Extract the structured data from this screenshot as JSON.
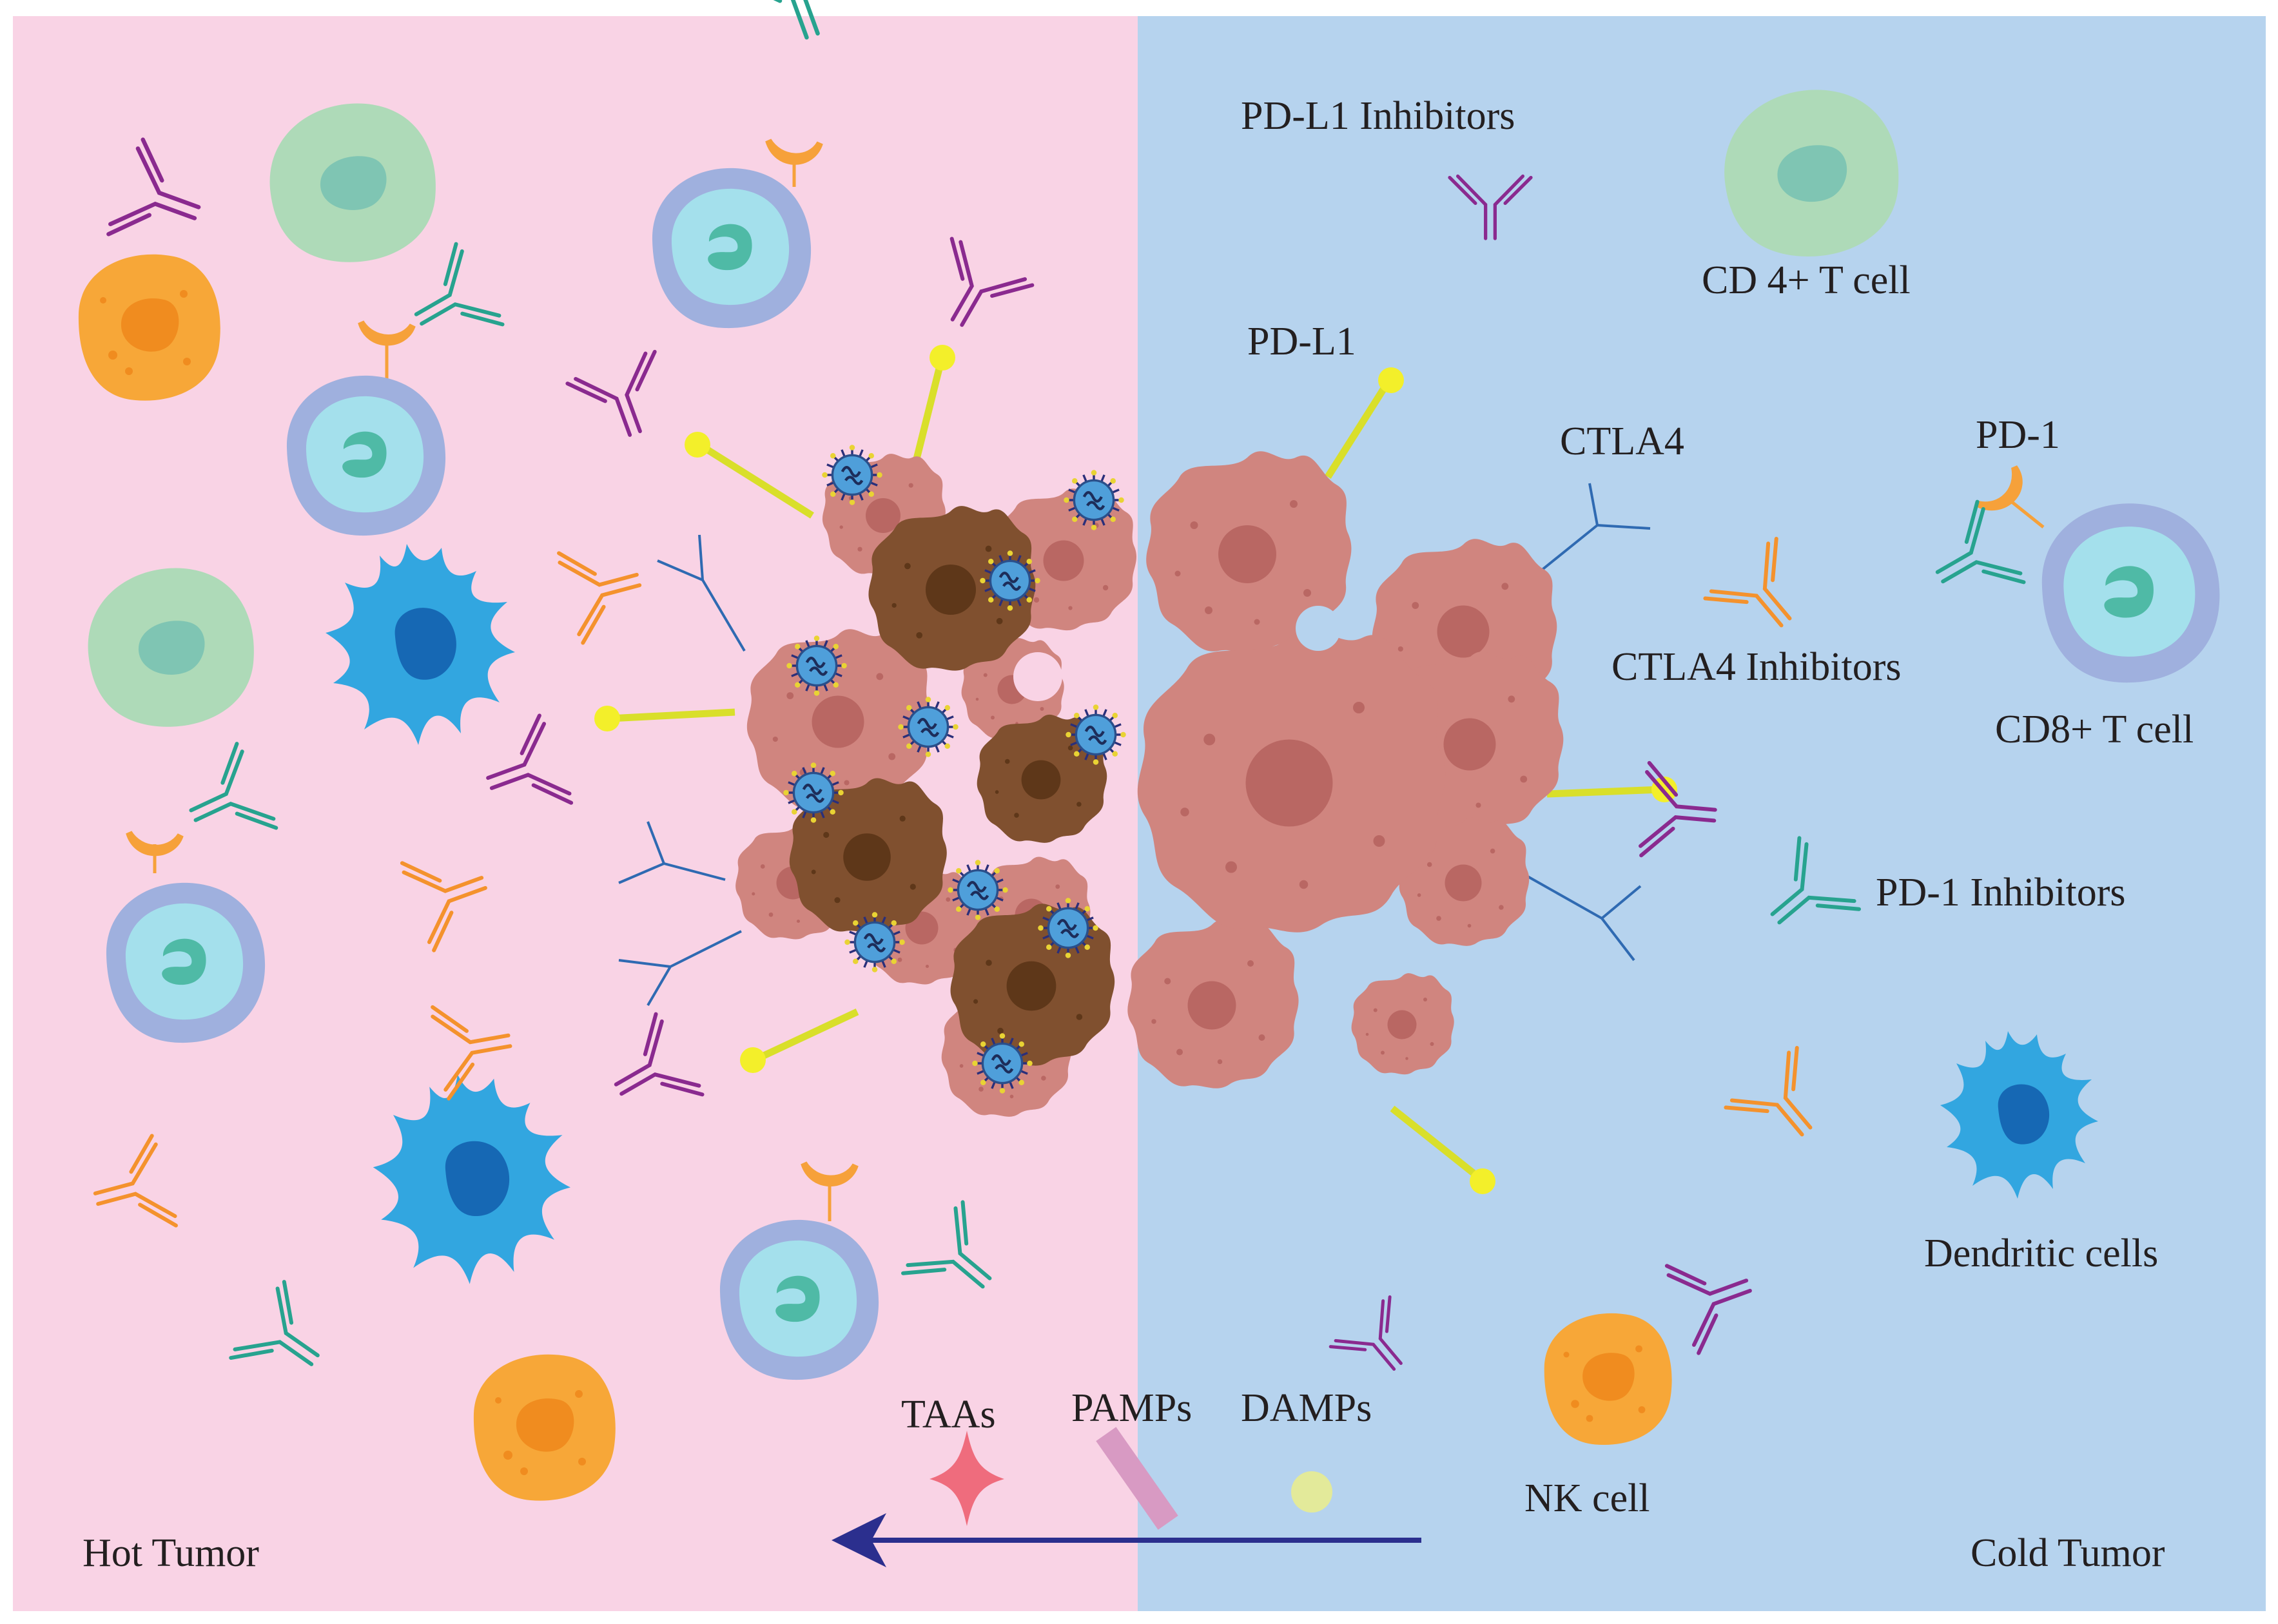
{
  "colors": {
    "hot_background": "#f9d3e5",
    "cold_background": "#b6d3ee",
    "tumor_cell": "#d0857f",
    "tumor_nucleus": "#b96763",
    "dead_cell": "#80502f",
    "virus": "#4f9fda",
    "pd_l1": "#d9df2a",
    "arrow": "#2b2f8e",
    "cd4_cell": "#aedab8",
    "cd8_cell": "#a4e0ec",
    "dendritic": "#32a6e0",
    "nk_cell": "#f7a738",
    "taa": "#ef6c7d",
    "pamp": "#d89ac3",
    "damp": "#e3ea9a"
  },
  "labels": {
    "pd_l1_inhibitors": "PD-L1 Inhibitors",
    "cd4_t_cell": "CD 4+ T cell",
    "pd_l1": "PD-L1",
    "ctla4": "CTLA4",
    "pd_1": "PD-1",
    "ctla4_inhibitors": "CTLA4 Inhibitors",
    "cd8_t_cell": "CD8+ T cell",
    "pd_1_inhibitors": "PD-1 Inhibitors",
    "dendritic_cells": "Dendritic cells",
    "taas": "TAAs",
    "pamps": "PAMPs",
    "damps": "DAMPs",
    "nk_cell": "NK cell",
    "hot_tumor": "Hot Tumor",
    "cold_tumor": "Cold Tumor"
  }
}
